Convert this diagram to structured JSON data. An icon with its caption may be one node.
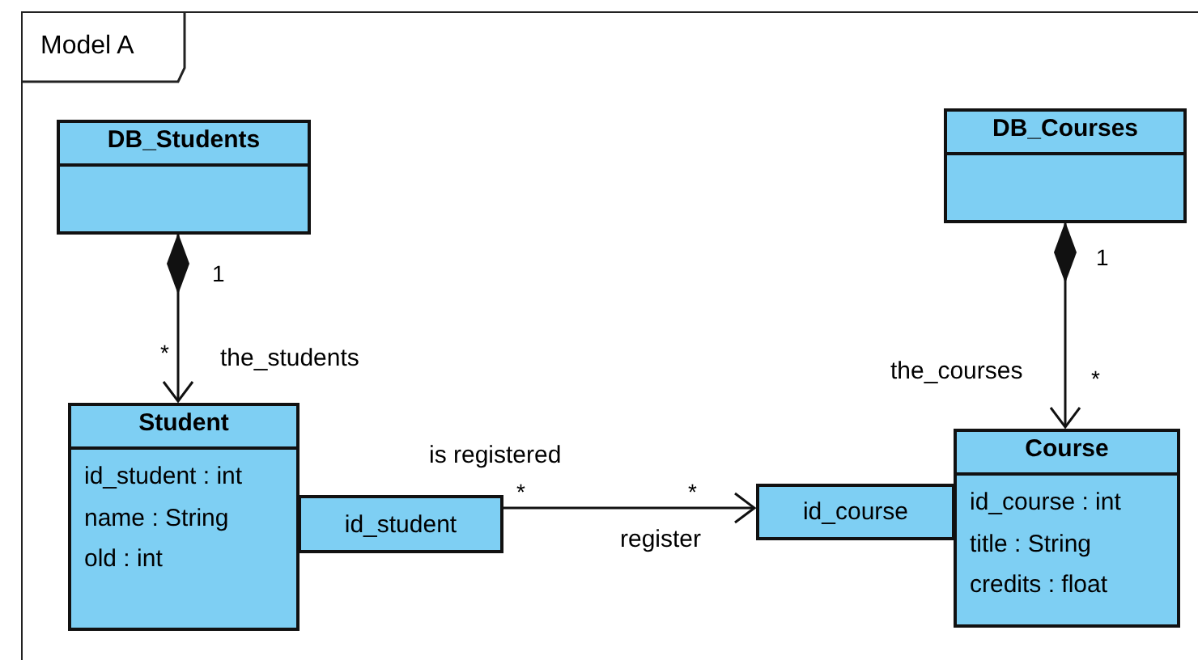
{
  "diagram": {
    "nodes": [
      {
        "text": [
          "Model A"
        ]
      },
      {
        "text": [
          "DB_Students"
        ],
        "in": 0
      },
      {
        "text": [
          "Student",
          "id_student : int",
          "name : String",
          "old : int"
        ],
        "in": 0
      },
      {
        "text": [
          "id_student"
        ],
        "in": 0
      },
      {
        "text": [
          "DB_Courses"
        ],
        "in": 0
      },
      {
        "text": [
          "Course",
          "id_course : int",
          "title : String",
          "credits : float"
        ],
        "in": 0
      },
      {
        "text": [
          "id_course"
        ],
        "in": 0
      }
    ],
    "edges": [
      {
        "from": 1,
        "to": 2,
        "arrow": "to",
        "label": "the_students"
      },
      {
        "from": 4,
        "to": 5,
        "arrow": "to",
        "label": "the_courses"
      },
      {
        "from": 3,
        "to": 6,
        "arrow": "to",
        "label": "is registered"
      }
    ],
    "labels": [
      "1",
      "1",
      "*",
      "*",
      "*",
      "*",
      "register"
    ]
  }
}
